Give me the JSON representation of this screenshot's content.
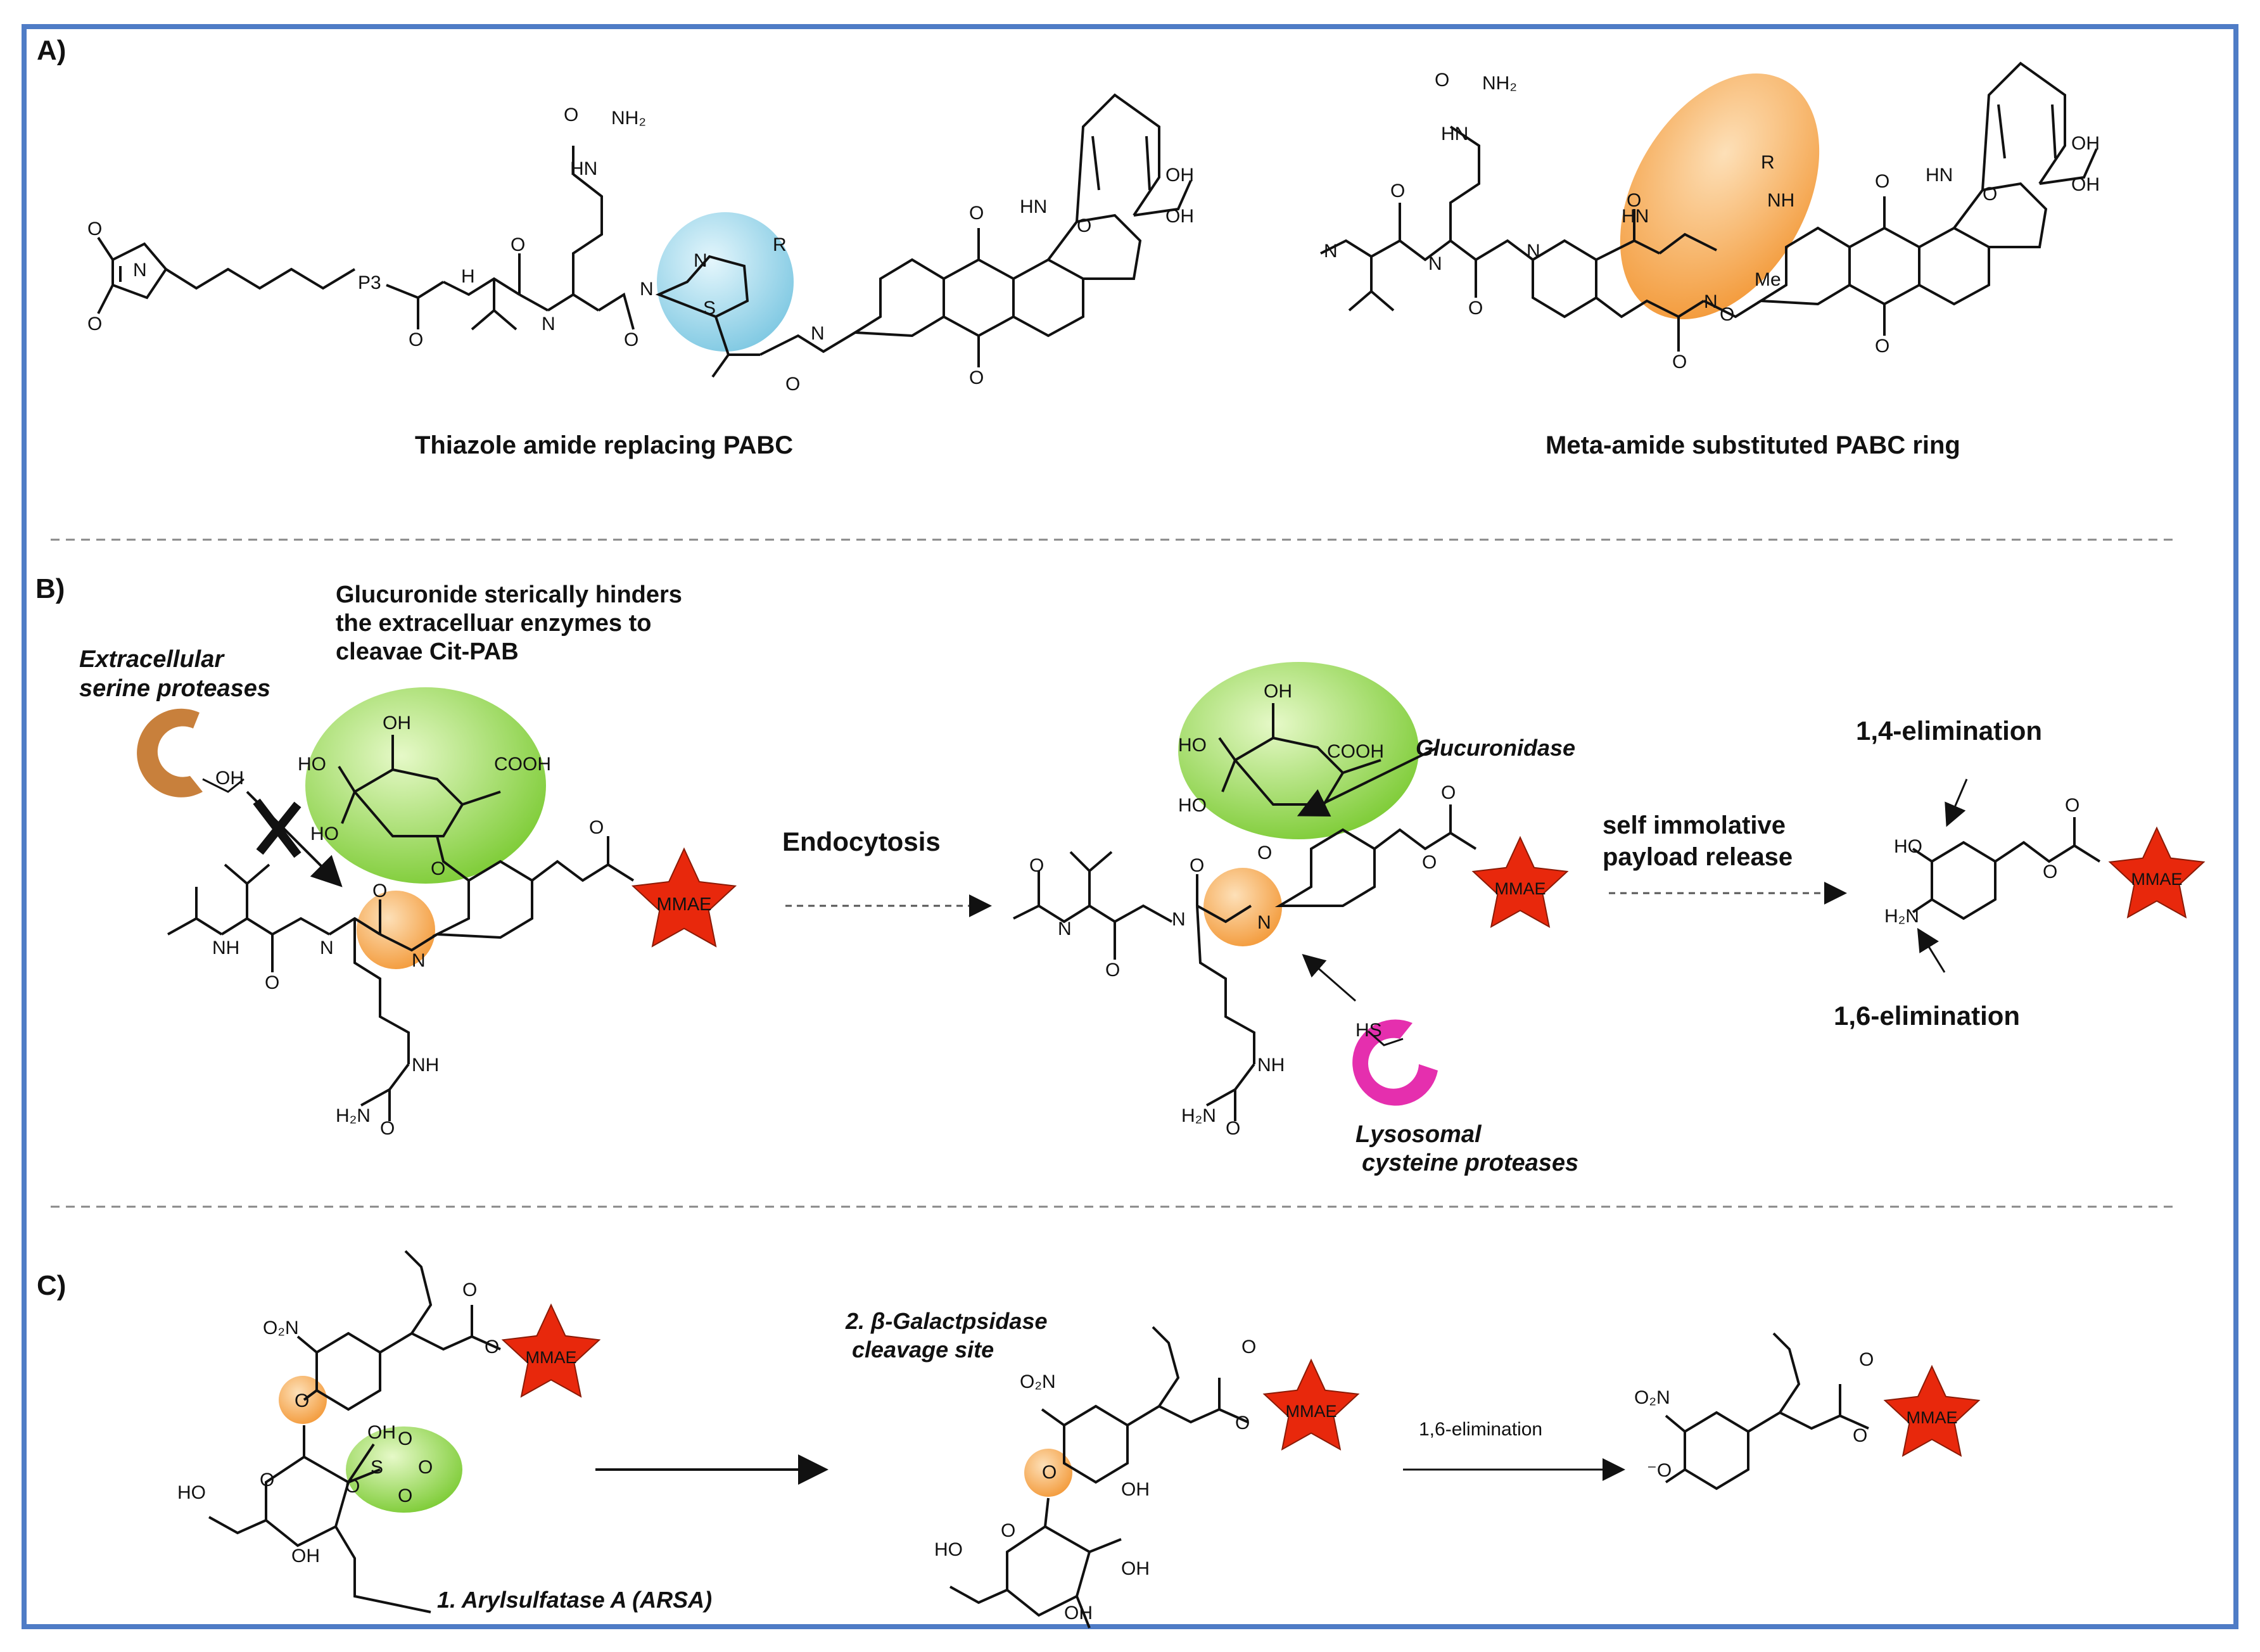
{
  "panels": {
    "a": {
      "label": "A)",
      "captions": [
        "Thiazole amide replacing PABC",
        "Meta-amide substituted PABC ring"
      ]
    },
    "b": {
      "label": "B)",
      "note_lines": [
        "Glucuronide sterically  hinders",
        "the extracelluar enzymes to",
        "cleavae Cit-PAB"
      ],
      "extracellular": [
        "Extracellular",
        "serine proteases"
      ],
      "endocytosis": "Endocytosis",
      "glucuronidase": "Glucuronidase",
      "release": [
        "self immolative",
        "payload release"
      ],
      "elimination_14": "1,4-elimination",
      "elimination_16": "1,6-elimination",
      "lysosomal": [
        "Lysosomal",
        "cysteine proteases"
      ]
    },
    "c": {
      "label": "C)",
      "galactosidase": [
        "2. β-Galactpsidase",
        "cleavage site"
      ],
      "elimination": "1,6-elimination",
      "arsa": "1. Arylsulfatase A (ARSA)"
    }
  },
  "payload": "MMAE",
  "atoms": {
    "nh2": "NH₂",
    "h2n": "H₂N",
    "o": "O",
    "hn": "HN",
    "nh": "NH",
    "n": "N",
    "h": "H",
    "oh": "OH",
    "ho": "HO",
    "s": "S",
    "r": "R",
    "p3": "P3",
    "me": "Me",
    "cooh": "COOH",
    "hs": "HS",
    "no2": "O₂N",
    "ominus": "⁻O",
    "so": "S"
  },
  "colors": {
    "frame": "#4f7cc6",
    "thiazole": "#8fd0e8",
    "amide": "#f5a040",
    "glucuronide": "#86cf3a",
    "star": "#e8280c",
    "protease_serine": "#c8803c",
    "protease_cysteine": "#e52fae"
  }
}
